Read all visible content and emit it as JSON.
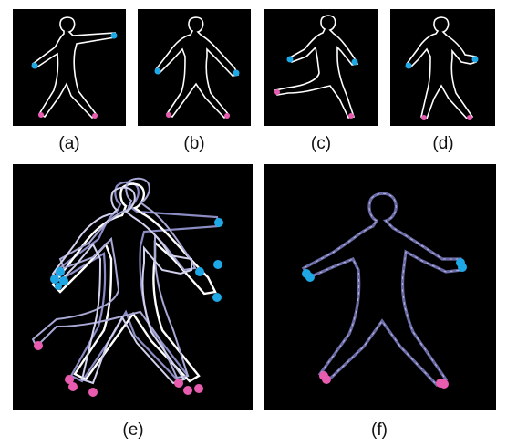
{
  "colors": {
    "background": "#000000",
    "silhouette": "#ffffff",
    "aligned_outline": "#6a6aa6",
    "hand_marker": "#1fa8e6",
    "foot_marker": "#e85cb0"
  },
  "panels": [
    {
      "id": "a",
      "caption": "(a)",
      "pose": "arm-raised-right"
    },
    {
      "id": "b",
      "caption": "(b)",
      "pose": "arms-down"
    },
    {
      "id": "c",
      "caption": "(c)",
      "pose": "leg-raised-left"
    },
    {
      "id": "d",
      "caption": "(d)",
      "pose": "arm-bent-right"
    },
    {
      "id": "e",
      "caption": "(e)",
      "content": "unaligned overlay of silhouettes a-d"
    },
    {
      "id": "f",
      "caption": "(f)",
      "content": "aligned overlay of silhouettes a-d"
    }
  ]
}
